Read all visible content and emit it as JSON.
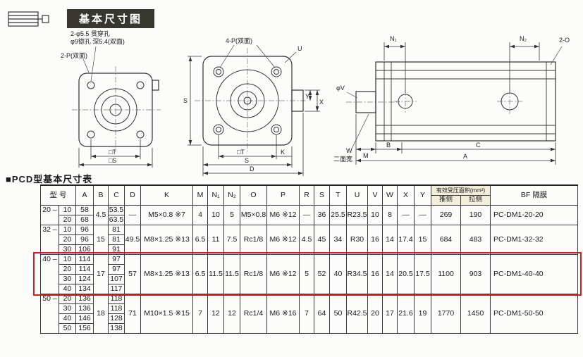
{
  "header": {
    "title": "基本尺寸图"
  },
  "diagrams": {
    "front_left": {
      "label_through_hole": "2-φ5.5 贯穿孔",
      "label_counterbore": "φ9锪孔 深5.4(双面)",
      "label_port": "2-P(双面)",
      "dim_t": "□T",
      "dim_s": "□S"
    },
    "front_main": {
      "label_port": "4-P(双面)",
      "dim_u": "U",
      "dim_s_left": "S",
      "dim_y": "Y",
      "dim_x": "X",
      "dim_t": "□T",
      "dim_k": "K",
      "dim_s": "S",
      "dim_d": "D"
    },
    "side": {
      "dim_n1": "N₁",
      "dim_n2": "N₂",
      "label_o": "2-O",
      "label_v": "φV",
      "label_w": "W",
      "label_w_note": "二面宽",
      "dim_m": "M",
      "dim_b": "B",
      "dim_c": "C",
      "dim_a": "A"
    }
  },
  "table": {
    "heading": "■PCD型基本尺寸表",
    "highlight_color": "#cf2020",
    "headers": {
      "model": "型 号",
      "cols": [
        "A",
        "B",
        "C",
        "D",
        "K",
        "M",
        "N₁",
        "N₂",
        "O",
        "P",
        "R",
        "S",
        "T",
        "U",
        "V",
        "W",
        "X",
        "Y"
      ],
      "area": "有效受压面积(mm²)",
      "area_push": "推侧",
      "area_pull": "拉侧",
      "bf": "BF 隔膜"
    },
    "groups": [
      {
        "bore": "20 –",
        "highlight": false,
        "rows": [
          {
            "stroke": "10",
            "A": "58",
            "C": "53.5"
          },
          {
            "stroke": "20",
            "A": "68",
            "C": "63.5"
          }
        ],
        "B": "4.5",
        "D": "—",
        "K": "M5×0.8 ※7",
        "M": "4",
        "N1": "10",
        "N2": "5",
        "O": "M5×0.8",
        "P": "M6 ※12",
        "R": "—",
        "S": "36",
        "T": "25.5",
        "U": "R23.5",
        "V": "10",
        "W": "8",
        "X": "—",
        "Y": "—",
        "push": "269",
        "pull": "190",
        "bf": "PC-DM1-20-20"
      },
      {
        "bore": "32 –",
        "highlight": false,
        "rows": [
          {
            "stroke": "10",
            "A": "96",
            "C": "81"
          },
          {
            "stroke": "20",
            "A": "96",
            "C": "81"
          },
          {
            "stroke": "30",
            "A": "106",
            "C": "91"
          }
        ],
        "B": "15",
        "D": "49.5",
        "K": "M8×1.25 ※13",
        "M": "6.5",
        "N1": "11",
        "N2": "7.5",
        "O": "Rc1/8",
        "P": "M6 ※12",
        "R": "4.5",
        "S": "45",
        "T": "34",
        "U": "R30",
        "V": "16",
        "W": "14",
        "X": "17.4",
        "Y": "15",
        "push": "684",
        "pull": "483",
        "bf": "PC-DM1-32-32"
      },
      {
        "bore": "40 –",
        "highlight": true,
        "rows": [
          {
            "stroke": "10",
            "A": "114",
            "C": "97"
          },
          {
            "stroke": "20",
            "A": "114",
            "C": "97"
          },
          {
            "stroke": "30",
            "A": "124",
            "C": "107"
          },
          {
            "stroke": "40",
            "A": "134",
            "C": "117"
          }
        ],
        "B": "17",
        "D": "57",
        "K": "M8×1.25 ※13",
        "M": "6.5",
        "N1": "11.5",
        "N2": "11.5",
        "O": "Rc1/8",
        "P": "M6 ※12",
        "R": "5",
        "S": "52",
        "T": "40",
        "U": "R34.5",
        "V": "16",
        "W": "14",
        "X": "20.5",
        "Y": "17.5",
        "push": "1100",
        "pull": "903",
        "bf": "PC-DM1-40-40"
      },
      {
        "bore": "50 –",
        "highlight": false,
        "rows": [
          {
            "stroke": "20",
            "A": "136",
            "C": "118"
          },
          {
            "stroke": "30",
            "A": "136",
            "C": "118"
          },
          {
            "stroke": "40",
            "A": "146",
            "C": "128"
          },
          {
            "stroke": "50",
            "A": "156",
            "C": "138"
          }
        ],
        "B": "18",
        "D": "71",
        "K": "M10×1.5 ※15",
        "M": "7",
        "N1": "12",
        "N2": "12",
        "O": "Rc1/4",
        "P": "M6 ※16",
        "R": "7",
        "S": "64",
        "T": "50",
        "U": "R42.5",
        "V": "20",
        "W": "17",
        "X": "21.6",
        "Y": "19",
        "push": "1770",
        "pull": "1450",
        "bf": "PC-DM1-50-50"
      }
    ]
  }
}
